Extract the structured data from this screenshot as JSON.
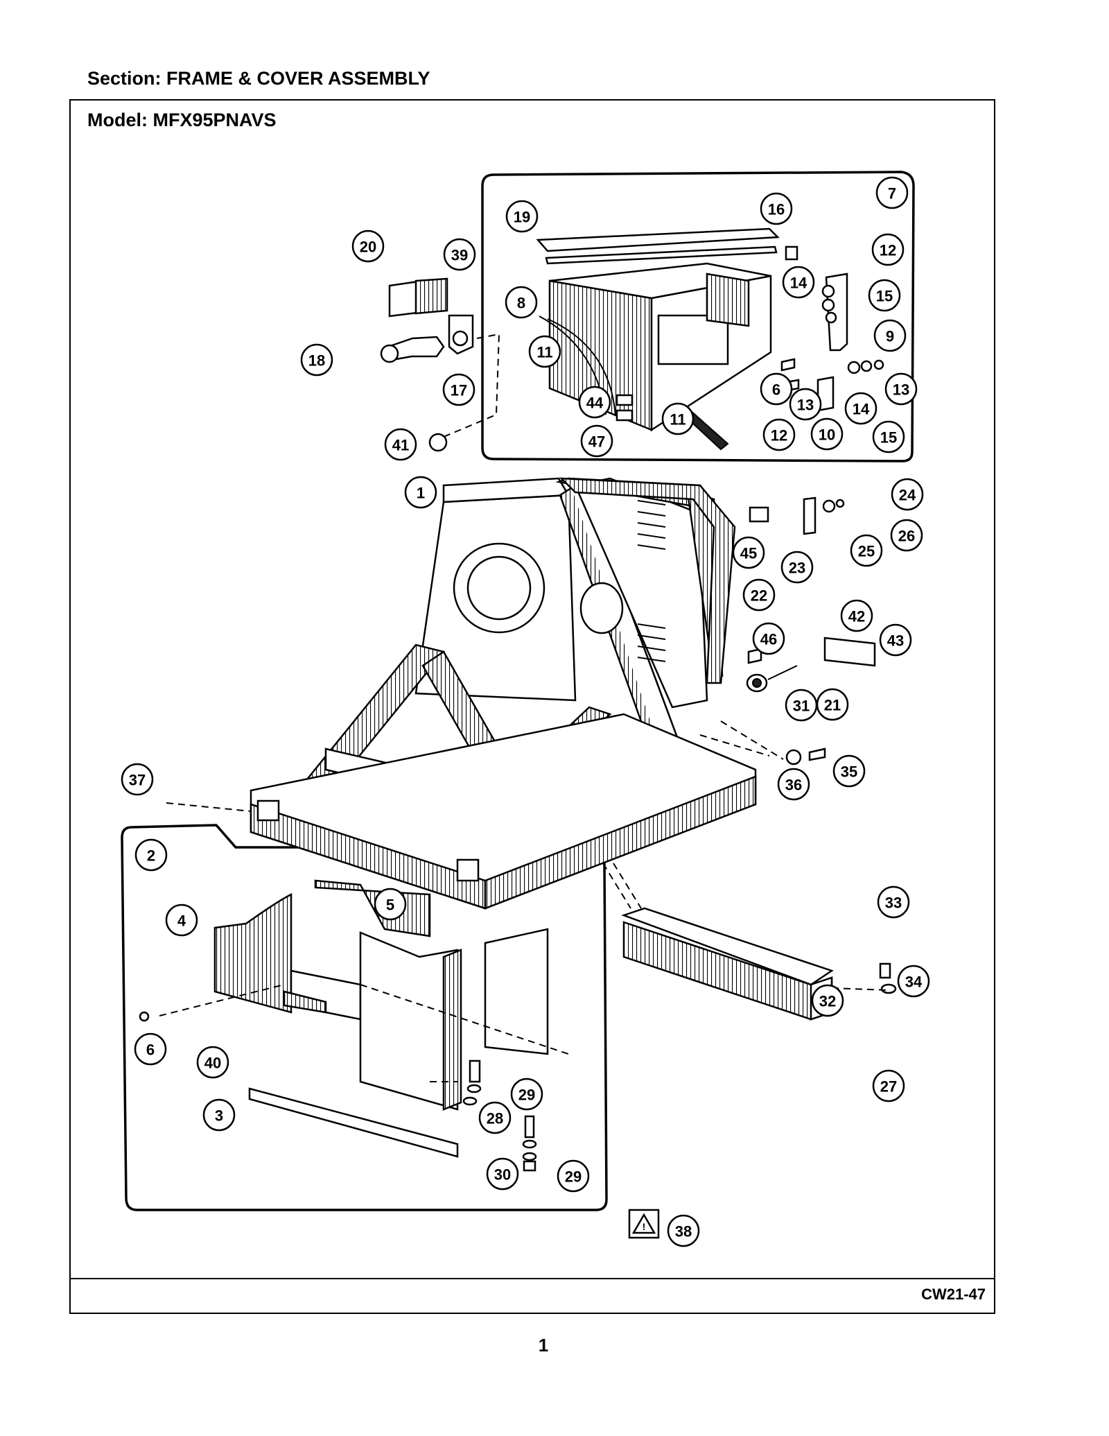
{
  "header": {
    "section_label": "Section:  FRAME & COVER ASSEMBLY",
    "model_label": "Model:  MFX95PNAVS"
  },
  "footer": {
    "code": "CW21-47",
    "page_number": "1"
  },
  "callouts": [
    "1",
    "2",
    "3",
    "4",
    "5",
    "6",
    "6",
    "7",
    "8",
    "9",
    "10",
    "11",
    "11",
    "12",
    "12",
    "13",
    "13",
    "14",
    "14",
    "15",
    "15",
    "16",
    "17",
    "18",
    "19",
    "20",
    "21",
    "22",
    "23",
    "24",
    "25",
    "26",
    "27",
    "28",
    "29",
    "29",
    "30",
    "31",
    "32",
    "33",
    "34",
    "35",
    "36",
    "37",
    "38",
    "39",
    "40",
    "41",
    "42",
    "43",
    "44",
    "45",
    "46",
    "47"
  ]
}
